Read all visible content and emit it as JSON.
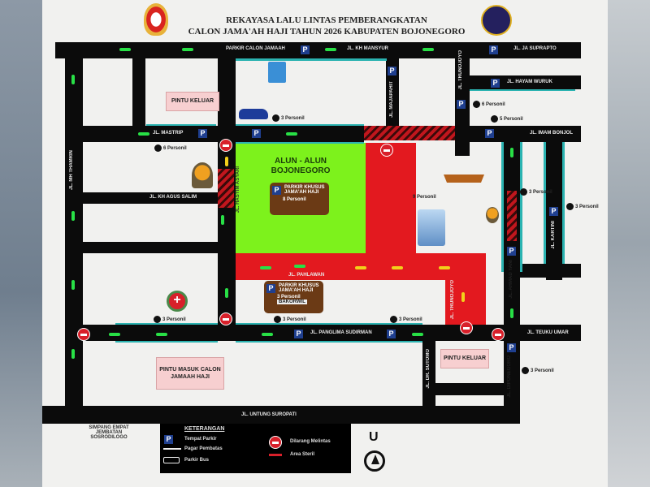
{
  "header": {
    "title_line1": "REKAYASA LALU LINTAS PEMBERANGKATAN",
    "title_line2": "CALON JAMA'AH HAJI TAHUN 2026 KABUPATEN BOJONEGORO"
  },
  "streets": {
    "kh_mansyur": "JL. KH MANSYUR",
    "parkir_calon": "PARKIR CALON JAMAAH",
    "ja_suprapto": "JL. JA SUPRAPTO",
    "hayam_wuruk": "JL. HAYAM WURUK",
    "mastrip": "JL. MASTRIP",
    "imam_bonjol": "JL. IMAM BONJOL",
    "mh_thamrin": "JL. MH THAMRIN",
    "kh_agus_salim": "JL. KH AGUS SALIM",
    "hasyim_asyari": "JL. HASYIM ASYARI",
    "majapahit": "JL. MAJAPAHIT",
    "trunojoyo": "JL. TRUNOJOYO",
    "ahmad_yani": "JL. AHMAD YANI",
    "kartini": "JL. KARTINI",
    "pahlawan": "JL. PAHLAWAN",
    "panglima_sudirman": "JL. PANGLIMA SUDIRMAN",
    "teuku_umar": "JL. TEUKU UMAR",
    "dr_sutomo": "JL. DR. SUTOMO",
    "diponegoro": "JL. DIPONEGORO",
    "untung_suropati": "JL. UNTUNG SUROPATI"
  },
  "areas": {
    "alun_alun_1": "ALUN - ALUN",
    "alun_alun_2": "BOJONEGORO",
    "simpang": "SIMPANG EMPAT JEMBATAN SOSRODILOGO"
  },
  "parking_boxes": [
    {
      "title": "PARKIR KHUSUS JAMA'AH HAJI",
      "personnel": "8 Personil"
    },
    {
      "title": "PARKIR KHUSUS JAMA'AH HAJI",
      "personnel": "3 Personil",
      "note": "BAKORWIL"
    }
  ],
  "callouts": {
    "exit_top": "PINTU KELUAR",
    "entry": "PINTU MASUK CALON JAMAAH HAJI",
    "exit_bottom": "PINTU KELUAR"
  },
  "personnel": {
    "p1": "3 Personil",
    "p2": "6 Personil",
    "p3": "6 Personil",
    "p4": "5 Personil",
    "p5": "9 Personil",
    "p6": "3 Personil",
    "p7": "3 Personil",
    "p8": "3 Personil",
    "p9": "3 Personil",
    "p10": "3 Personil",
    "p11": "3 Personil"
  },
  "legend": {
    "title": "KETERANGAN",
    "parking": "Tempat Parkir",
    "fence": "Pagar Pembatas",
    "bus": "Parkir Bus",
    "no_entry": "Dilarang Melintas",
    "sterile": "Area Steril",
    "p_symbol": "P"
  },
  "compass": {
    "north": "U"
  },
  "colors": {
    "road": "#0b0b0b",
    "alun_alun": "#7df21c",
    "sterile": "#e3191f",
    "fence": "#2bb3b1",
    "no_entry": "#d8202a",
    "parking": "#1f3f8f"
  }
}
